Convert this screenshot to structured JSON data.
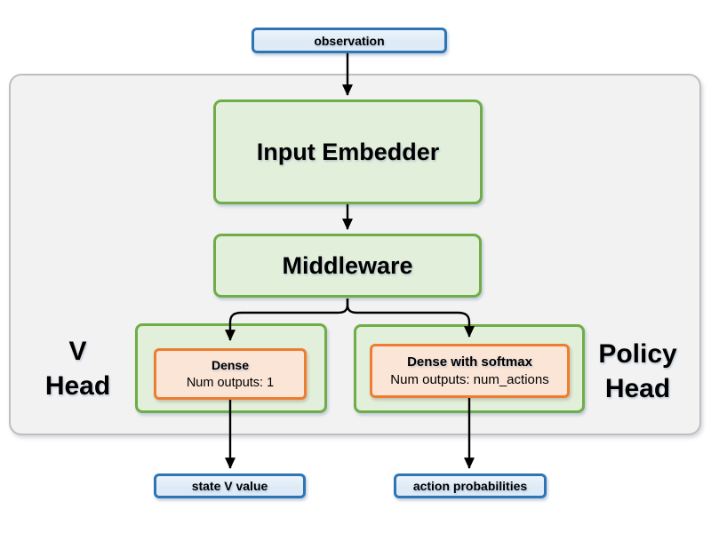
{
  "colors": {
    "io_fill": "#DEEBF7",
    "io_border": "#2E75B6",
    "block_fill": "#E2EFDA",
    "block_border": "#70AD47",
    "dense_fill": "#FBE5D6",
    "dense_border": "#ED7D31",
    "container_fill": "#F2F2F2",
    "container_border": "#BFBFBF",
    "arrow_color": "#000000"
  },
  "nodes": {
    "observation": {
      "label": "observation"
    },
    "input_embedder": {
      "label": "Input Embedder"
    },
    "middleware": {
      "label": "Middleware"
    },
    "v_head": {
      "title_line1": "V",
      "title_line2": "Head",
      "dense": {
        "title": "Dense",
        "subtitle": "Num outputs: 1"
      },
      "output": {
        "label": "state V value"
      }
    },
    "policy_head": {
      "title_line1": "Policy",
      "title_line2": "Head",
      "dense": {
        "title": "Dense with softmax",
        "subtitle": "Num outputs: num_actions"
      },
      "output": {
        "label": "action probabilities"
      }
    }
  },
  "edges": [
    {
      "from": "observation",
      "to": "input_embedder"
    },
    {
      "from": "input_embedder",
      "to": "middleware"
    },
    {
      "from": "middleware",
      "to": "v_head_dense"
    },
    {
      "from": "middleware",
      "to": "policy_head_dense"
    },
    {
      "from": "v_head_dense",
      "to": "state_v_value"
    },
    {
      "from": "policy_head_dense",
      "to": "action_probabilities"
    }
  ]
}
